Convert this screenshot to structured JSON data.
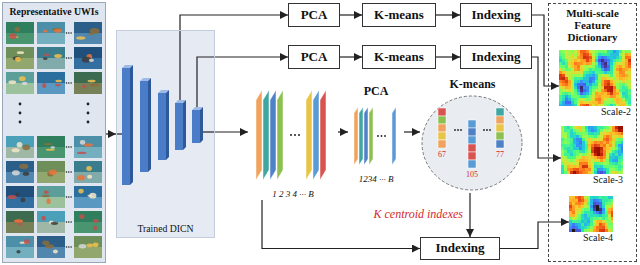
{
  "diagram": {
    "nodes": [
      {
        "text": [
          "Representative UWIs"
        ]
      },
      {
        "text": [
          "Trained DICN"
        ]
      },
      {
        "text": [
          "PCA"
        ]
      },
      {
        "text": [
          "K-means"
        ]
      },
      {
        "text": [
          "Indexing"
        ]
      },
      {
        "text": [
          "PCA"
        ]
      },
      {
        "text": [
          "K-means"
        ]
      },
      {
        "text": [
          "Indexing"
        ]
      },
      {
        "text": [
          "1 2 3 4 ··· B"
        ]
      },
      {
        "text": [
          "PCA",
          "1234 ··· B"
        ]
      },
      {
        "text": [
          "K-means",
          "67",
          "105",
          "77"
        ]
      },
      {
        "text": [
          "Indexing"
        ]
      },
      {
        "text": [
          "Multi-scale Feature Dictionary"
        ]
      },
      {
        "text": [
          "Scale-2"
        ],
        "in": 12
      },
      {
        "text": [
          "Scale-3"
        ],
        "in": 12
      },
      {
        "text": [
          "Scale-4"
        ],
        "in": 12
      }
    ],
    "edges": [
      {
        "from": 0,
        "to": 1,
        "arrow": "to"
      },
      {
        "from": 1,
        "to": 2,
        "arrow": "to"
      },
      {
        "from": 2,
        "to": 3,
        "arrow": "to"
      },
      {
        "from": 3,
        "to": 4,
        "arrow": "to"
      },
      {
        "from": 4,
        "to": 13,
        "arrow": "to"
      },
      {
        "from": 1,
        "to": 5,
        "arrow": "to"
      },
      {
        "from": 5,
        "to": 6,
        "arrow": "to"
      },
      {
        "from": 6,
        "to": 7,
        "arrow": "to"
      },
      {
        "from": 7,
        "to": 14,
        "arrow": "to"
      },
      {
        "from": 1,
        "to": 8,
        "arrow": "to"
      },
      {
        "from": 8,
        "to": 9,
        "arrow": "to"
      },
      {
        "from": 9,
        "to": 10,
        "arrow": "to"
      },
      {
        "from": 10,
        "to": 11,
        "label": "K centroid indexes",
        "arrow": "to"
      },
      {
        "from": 8,
        "to": 11,
        "arrow": "to"
      },
      {
        "from": 11,
        "to": 15,
        "arrow": "to"
      }
    ]
  }
}
